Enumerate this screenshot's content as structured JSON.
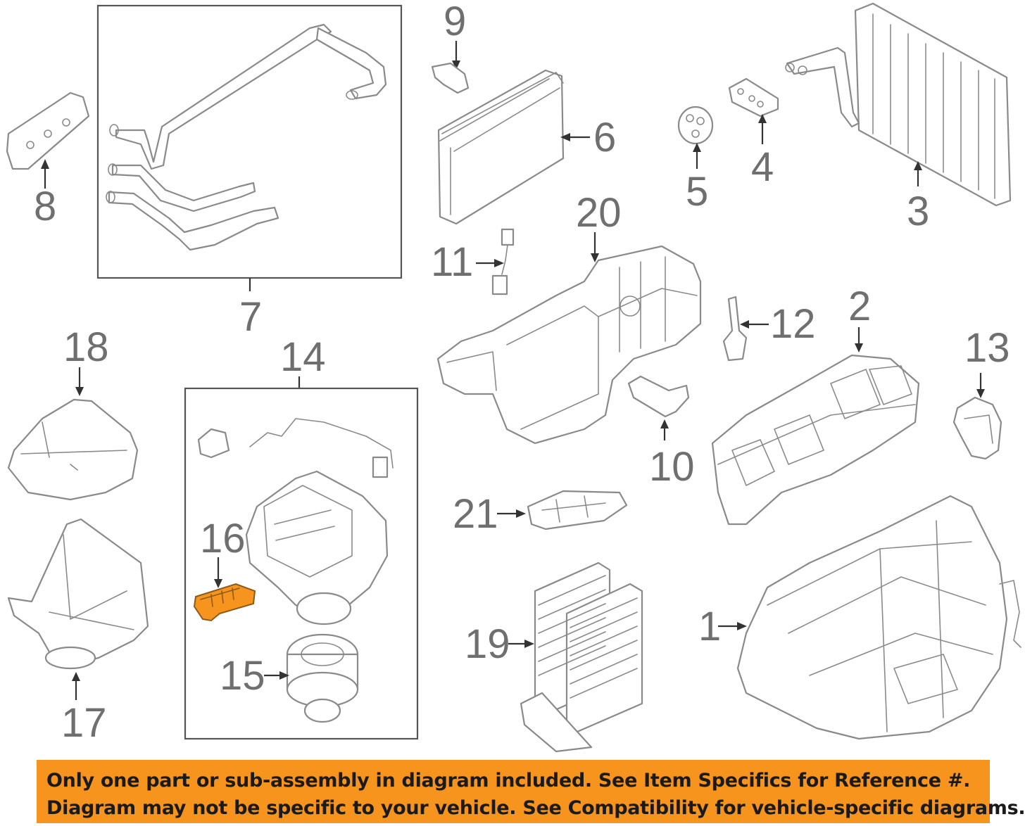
{
  "diagram": {
    "callouts": {
      "c1": "1",
      "c2": "2",
      "c3": "3",
      "c4": "4",
      "c5": "5",
      "c6": "6",
      "c7": "7",
      "c8": "8",
      "c9": "9",
      "c10": "10",
      "c11": "11",
      "c12": "12",
      "c13": "13",
      "c14": "14",
      "c15": "15",
      "c16": "16",
      "c17": "17",
      "c18": "18",
      "c19": "19",
      "c20": "20",
      "c21": "21"
    },
    "highlighted_part": "16",
    "colors": {
      "highlight": "#f7941d",
      "line": "#8a8a8a",
      "label": "#6f6f6f"
    }
  },
  "notice": {
    "line1": "Only one part or sub-assembly in diagram included. See Item Specifics for Reference #.",
    "line2": "Diagram may not be specific to your vehicle. See Compatibility for vehicle-specific diagrams.",
    "background": "#f7941d"
  }
}
